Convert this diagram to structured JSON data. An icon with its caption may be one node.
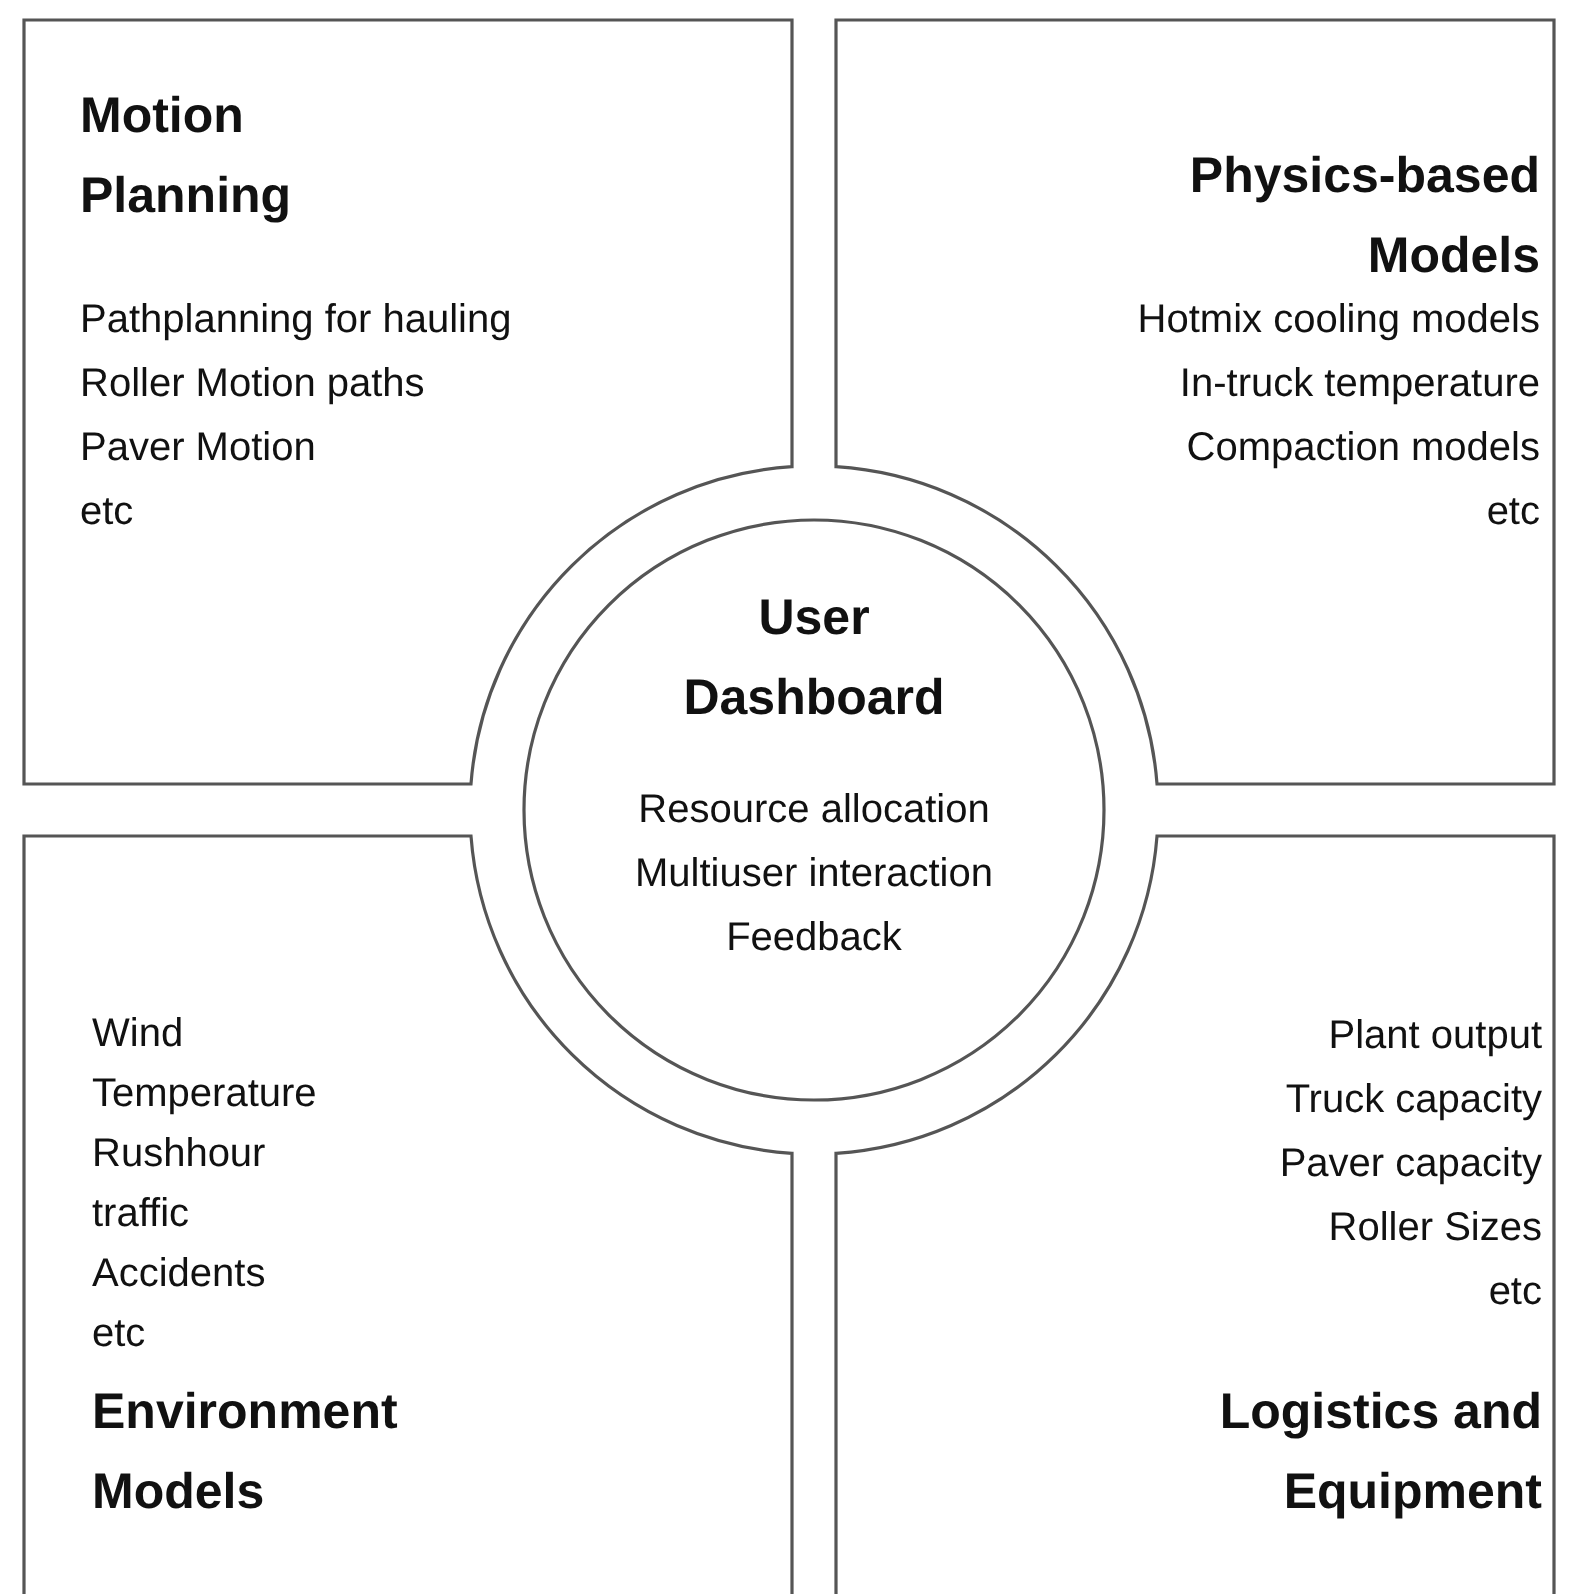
{
  "diagram": {
    "nodes": [
      {
        "text": [
          "Motion Planning",
          "Pathplanning for hauling",
          "Roller Motion paths",
          "Paver Motion",
          "etc"
        ]
      },
      {
        "text": [
          "Physics-based Models",
          "Hotmix cooling models",
          "In-truck temperature",
          "Compaction models",
          "etc"
        ]
      },
      {
        "text": [
          "Wind",
          "Temperature",
          "Rushhour traffic",
          "Accidents",
          "etc",
          "Environment Models"
        ]
      },
      {
        "text": [
          "Plant output",
          "Truck capacity",
          "Paver capacity",
          "Roller Sizes",
          "etc",
          "Logistics and Equipment"
        ]
      },
      {
        "text": [
          "User Dashboard",
          "Resource allocation",
          "Multiuser interaction",
          "Feedback"
        ]
      }
    ]
  }
}
